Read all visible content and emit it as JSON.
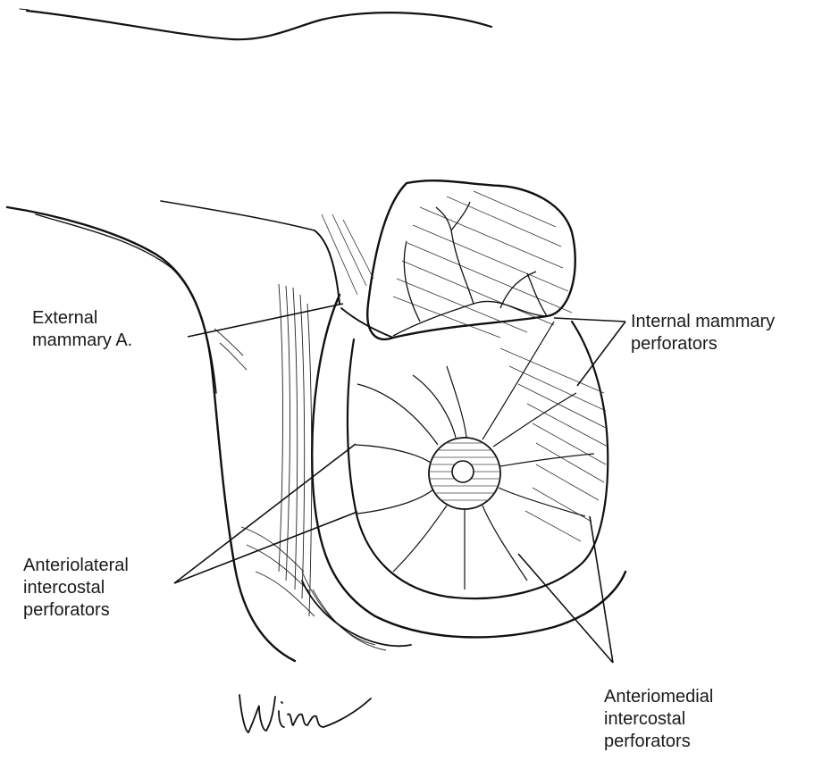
{
  "labels": {
    "external_mammary": [
      "External",
      "mammary A."
    ],
    "internal_mammary": [
      "Internal mammary",
      "perforators"
    ],
    "anteriolateral": [
      "Anteriolateral",
      "intercostal",
      "perforators"
    ],
    "anteriomedial": [
      "Anteriomedial",
      "intercostal",
      "perforators"
    ]
  },
  "signature": "Winn",
  "colors": {
    "ink": "#111111",
    "background": "#ffffff"
  }
}
